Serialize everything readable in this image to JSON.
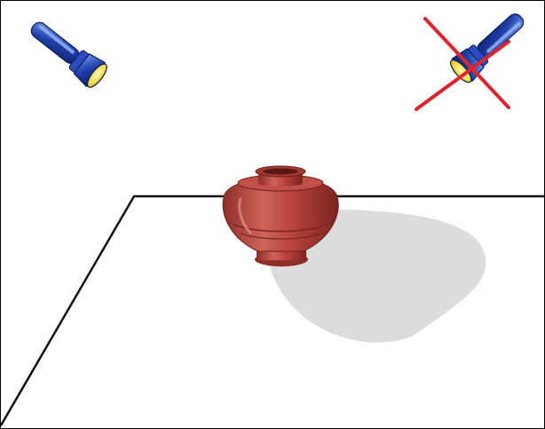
{
  "scene": {
    "left_light": {
      "icon": "flashlight-on-icon",
      "state": "on"
    },
    "right_light": {
      "icon": "flashlight-crossed-out-icon",
      "state": "off"
    },
    "object": {
      "icon": "clay-pot-icon"
    },
    "shadow": {
      "icon": "shadow-shape"
    },
    "surface": {
      "icon": "table-surface-outline"
    }
  },
  "colors": {
    "flashlight_body": "#1f3fa8",
    "flashlight_highlight": "#7fa6f0",
    "flashlight_lens": "#f3e04a",
    "cross_mark": "#e0242e",
    "pot": "#b8433a",
    "pot_dark": "#8e2d27",
    "shadow": "#dcdcdc",
    "outline": "#111111"
  }
}
